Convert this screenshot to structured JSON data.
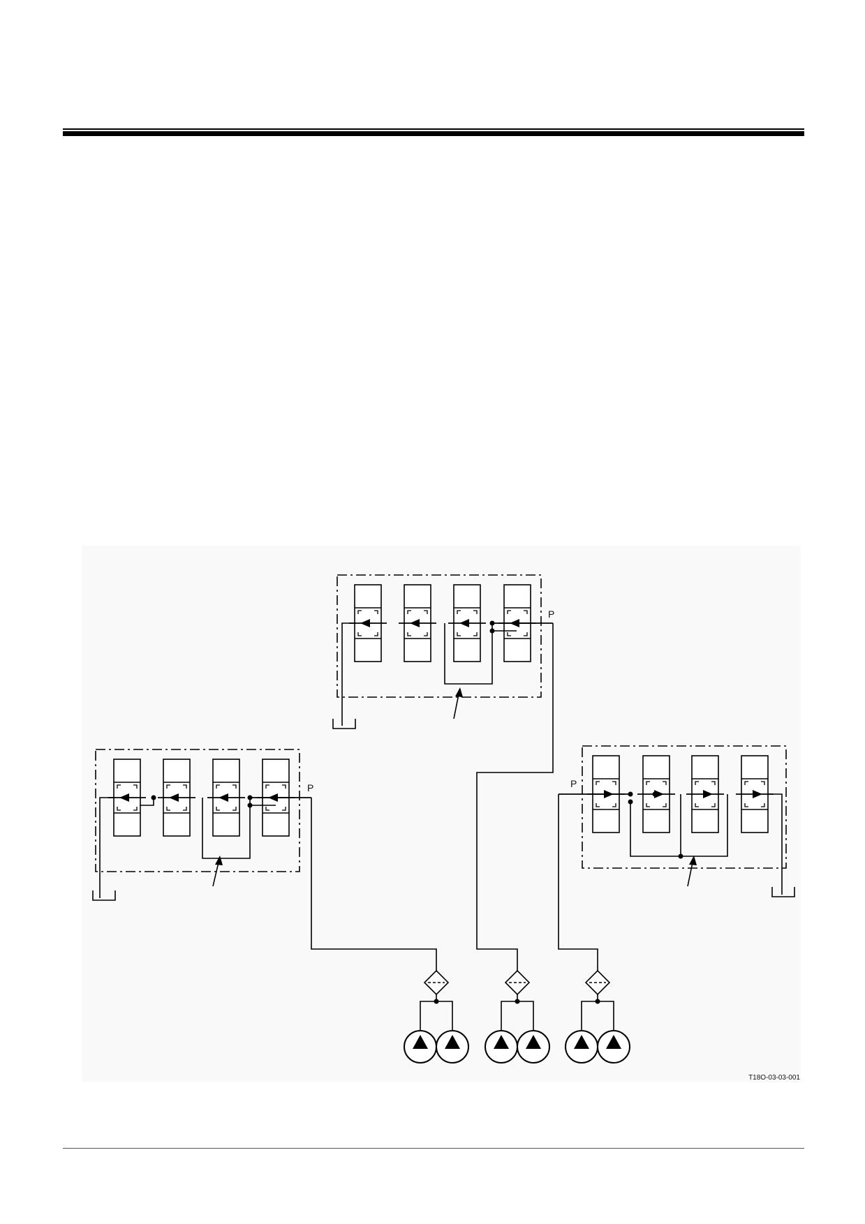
{
  "diagram": {
    "figure_code": "T18O-03-03-001",
    "port_labels": {
      "top_valve": "P",
      "left_valve": "P",
      "right_valve": "P"
    },
    "icons": {
      "tank": "tank-icon",
      "pump": "pump-icon",
      "filter": "filter-icon",
      "arrow": "leader-arrow-icon"
    }
  }
}
